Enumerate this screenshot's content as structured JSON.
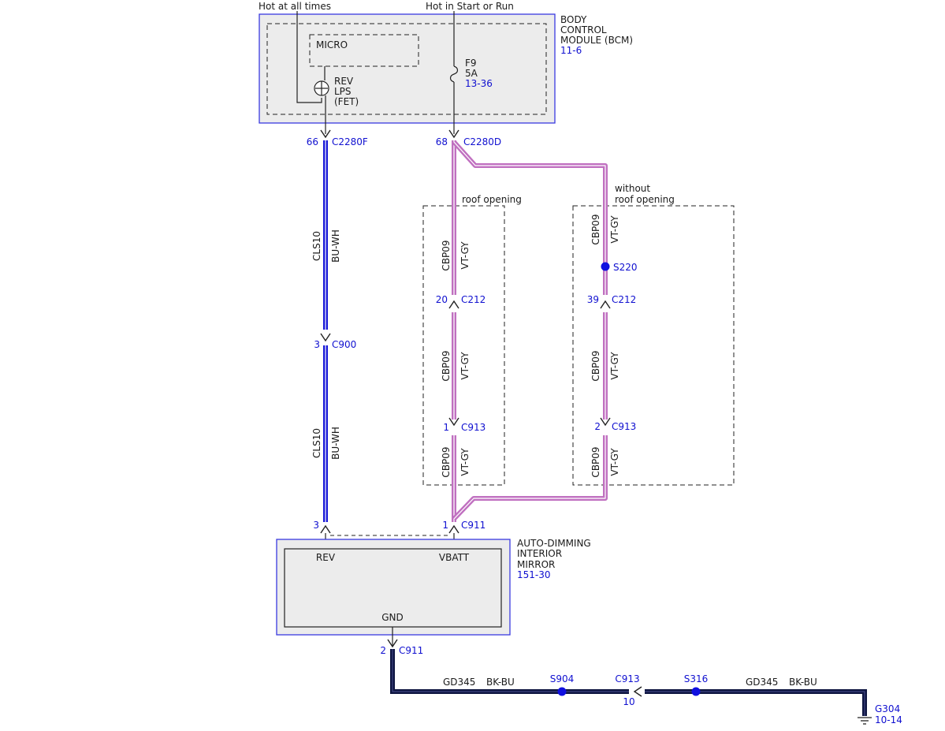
{
  "power": {
    "hot_at_all_times": "Hot at all times",
    "hot_in_start_or_run": "Hot in Start or Run"
  },
  "bcm": {
    "name_line1": "BODY",
    "name_line2": "CONTROL",
    "name_line3": "MODULE (BCM)",
    "page_ref": "11-6",
    "micro_label": "MICRO",
    "fet_line1": "REV",
    "fet_line2": "LPS",
    "fet_line3": "(FET)",
    "fuse_name": "F9",
    "fuse_rating": "5A",
    "fuse_ref": "13-36"
  },
  "connectors": {
    "c2280f": {
      "pin": "66",
      "name": "C2280F"
    },
    "c2280d": {
      "pin": "68",
      "name": "C2280D"
    },
    "c900": {
      "pin": "3",
      "name": "C900"
    },
    "c212_roof": {
      "pin": "20",
      "name": "C212"
    },
    "c212_noroof": {
      "pin": "39",
      "name": "C212"
    },
    "c913_roof": {
      "pin": "1",
      "name": "C913"
    },
    "c913_noroof": {
      "pin": "2",
      "name": "C913"
    },
    "c911_rev": {
      "pin": "3"
    },
    "c911_vbatt": {
      "pin": "1",
      "name": "C911"
    },
    "c911_gnd": {
      "pin": "2",
      "name": "C911"
    },
    "c913_ground": {
      "pin": "10",
      "name": "C913"
    }
  },
  "splices": {
    "s220": "S220",
    "s904": "S904",
    "s316": "S316"
  },
  "options": {
    "roof_opening": "roof opening",
    "without_line1": "without",
    "without_line2": "roof opening"
  },
  "wires": {
    "cls10": {
      "circuit": "CLS10",
      "color": "BU-WH"
    },
    "cbp09": {
      "circuit": "CBP09",
      "color": "VT-GY"
    },
    "gd345": {
      "circuit": "GD345",
      "color": "BK-BU"
    }
  },
  "mirror": {
    "name_line1": "AUTO-DIMMING",
    "name_line2": "INTERIOR",
    "name_line3": "MIRROR",
    "page_ref": "151-30",
    "pin_rev": "REV",
    "pin_vbatt": "VBATT",
    "pin_gnd": "GND"
  },
  "ground": {
    "name": "G304",
    "page_ref": "10-14"
  },
  "colors": {
    "component_outline": "#3a3ae0",
    "label_blue": "#1010d0",
    "wire_blue": "#1a1ad8",
    "wire_violet": "#c070c0",
    "wire_ground": "#0d1440",
    "splice": "#1010e0"
  }
}
